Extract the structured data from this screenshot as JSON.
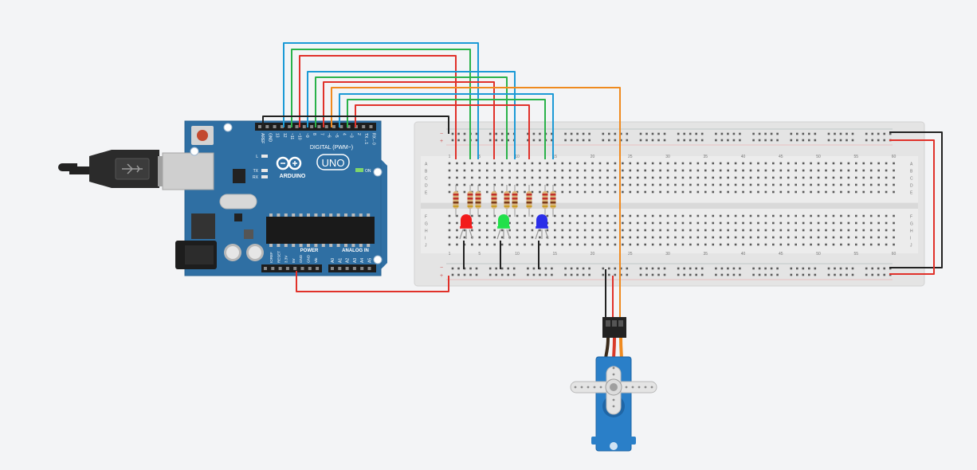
{
  "colors": {
    "canvas": "#f3f4f6",
    "board": "#2f6fa3",
    "board_dark": "#235a88",
    "breadboard": "#e6e6e6",
    "wire_blue": "#1c9ad6",
    "wire_green": "#2ab24a",
    "wire_red": "#e0312a",
    "wire_orange": "#ef8a1f",
    "wire_black": "#222222",
    "led_red": "#f21b1b",
    "led_green": "#22e04a",
    "led_blue": "#2a2ee8",
    "servo": "#2a7fc8"
  },
  "arduino": {
    "brand": "ARDUINO",
    "model": "UNO",
    "digital_label": "DIGITAL (PWM~)",
    "power_label": "POWER",
    "analog_label": "ANALOG IN",
    "on_label": "ON",
    "l_label": "L",
    "tx_label": "TX",
    "rx_label": "RX",
    "digital_pins": [
      "AREF",
      "GND",
      "13",
      "12",
      "~11",
      "~10",
      "~9",
      "8",
      "7",
      "~6",
      "~5",
      "4",
      "~3",
      "2",
      "TX→1",
      "RX←0"
    ],
    "power_pins": [
      "IOREF",
      "RESET",
      "3.3V",
      "5V",
      "GND",
      "GND",
      "Vin"
    ],
    "analog_pins": [
      "A0",
      "A1",
      "A2",
      "A3",
      "A4",
      "A5"
    ]
  },
  "breadboard": {
    "row_letters_top": [
      "A",
      "B",
      "C",
      "D",
      "E"
    ],
    "row_letters_bottom": [
      "F",
      "G",
      "H",
      "I",
      "J"
    ],
    "column_numbers": [
      "1",
      "5",
      "10",
      "15",
      "20",
      "25",
      "30",
      "35",
      "40",
      "45",
      "50",
      "55",
      "60"
    ],
    "rail_minus": "−",
    "rail_plus": "+"
  },
  "components": {
    "leds": [
      {
        "color_name": "red"
      },
      {
        "color_name": "green"
      },
      {
        "color_name": "blue"
      }
    ],
    "resistor_count": 9,
    "servo_present": true
  }
}
